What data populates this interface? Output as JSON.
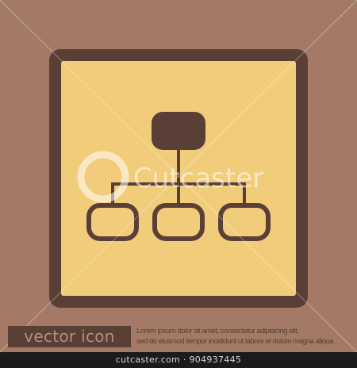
{
  "icon": {
    "name": "sitemap-hierarchy-icon",
    "background_color": "#a47a66",
    "frame_color": "#5a3f36",
    "fill_color": "#f1cc7a",
    "stroke_color": "#5a3f36"
  },
  "caption": {
    "title": "vector icon",
    "line1": "Lorem ipsum dolor sit amet, consectetur adipisicing elit,",
    "line2": "sed do eiusmod tempor incididunt ut labore et dolore magna aliqua"
  },
  "watermark": {
    "brand": "Cutcaster"
  },
  "footer": {
    "text": "cutcaster.com · 904937445"
  }
}
